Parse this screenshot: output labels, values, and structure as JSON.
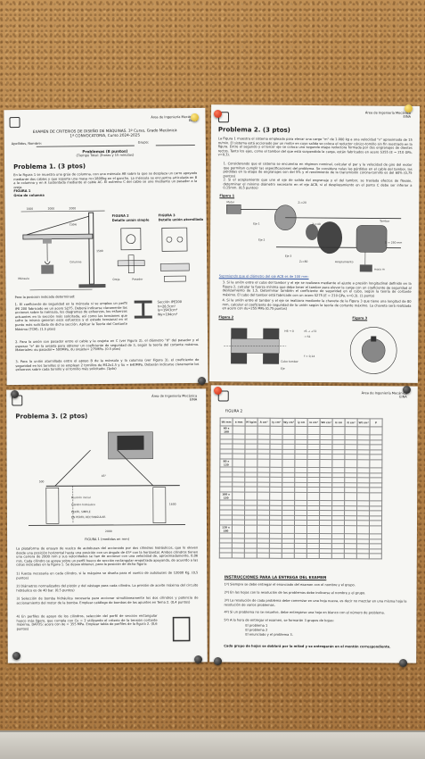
{
  "header": {
    "school_right": "Área de Ingeniería Mecánica",
    "school_sub": "EINA"
  },
  "sheet1": {
    "title_line1": "EXAMEN DE CRITERIOS DE DISEÑO DE MÁQUINAS. 3º Curso, Grado Mecánica",
    "title_line2": "1ª CONVOCATORIA, Curso 2024-2025",
    "field_surname": "Apellidos, Nombre:",
    "field_group": "Grupo:",
    "subtitle": "Problemas (8 puntos)",
    "subtitle2": "(Tiempo Total: 2horas y 15 minutos)",
    "problem_title": "Problema 1. (3 ptos)",
    "intro": "En la Figura 1 se muestra una grúa de columna, con una ménsula AB sobre la que se desplaza un carro apoyado mediante dos cables y que soporta una masa m=1800kg en el gancho. La ménsula se encuentra articulada en B a la columna y en A sustentada mediante el cable AC. El extremo C del cable se une mediante un pasador a la oreja.",
    "fig1": "FIGURA 1",
    "fig1_sub": "Grúa de columna",
    "fig2": "FIGURA 2",
    "fig2_sub": "Detalle unión simple",
    "fig3": "FIGURA 3",
    "fig3_sub": "Detalle unión atornillada",
    "labels": {
      "mensula": "Ménsula",
      "cable": "Cable",
      "oreja": "Oreja",
      "columna": "Columna",
      "pasador": "Pasador",
      "ipe": "Tornillo IPE200"
    },
    "dims": [
      "1600",
      "2000",
      "2000",
      "1500"
    ],
    "props": [
      "Sección IPE200",
      "h=28,5cm²",
      "Iy=1943cm⁴",
      "Wy=194cm³"
    ],
    "note": "Para la posición indicada determinad:",
    "q1": "1. El coeficiente de seguridad en la ménsula si se emplea un perfil IPE 200 fabricado en un acero S275. Deberá indicarse claramente las acciones sobre la ménsula, los diagramas de esfuerzos, los esfuerzos actuantes en la sección más solicitada, así como las tensiones que sufre la misma generan esos esfuerzos y el estado tensional en el punto más solicitado de dicha sección. Aplicar la Teoría del Contante Máximo (TCM). (1.5 ptos)",
    "q2": "2. Para la unión con pasador entre el cable y la orejeta en C (ver Figura 2), el diámetro \"d\" del pasador y el espesor \"e\" de la orejeta para obtener un coeficiente de seguridad de 3, según la teoría del cortante máximo. Materiales: σu pasador= 500MPa, σu orejeta= 275MPa. (0.5 ptos)",
    "q3": "3. Para la unión atornillada entre el apoyo B de la ménsula y la columna (ver Figura 3), el coeficiente de seguridad en los tornillos si se emplean 2 tornillos de M12x1.5 y Su = 640MPa. Deberán indicarse claramente los esfuerzos sobre cada tornillo y el tornillo más solicitado. (1pto)"
  },
  "sheet2": {
    "problem_title": "Problema 2. (3 ptos)",
    "intro": "La Figura 1 muestra el sistema empleado para elevar una carga \"m\" de 1.000 kg a una velocidad \"v\" aproximada de 15 m/min. El sistema está accionado por un motor en cuyo salida se coloca el reductor cónico-tornillo sin fin mostrado en la figura. Entre el segundo y el tercer eje se coloca una segunda etapa reductora formada por dos engranajes de dientes rectos. Tanto los ejes, como el tambor del que está suspendida la carga, están fabricados en acero S355 (E = 210 GPa, ν=0,3).",
    "q1": "1. Considerando que el sistema se encuentra en régimen nominal, calcular el par y la velocidad de giro del motor que permitan cumplir las especificaciones del problema. Se considera nulas las pérdidas en el cable del tambor, las pérdidas en la etapa de engranajes son del 5% y el rendimiento de la transmisión corona-tornillo es del 60% (0,75 puntos)",
    "q2": "2. Si el acoplamiento que une el eje de salida del engranaje y el del tambor, se traslada efectos de flexión, determinar el mínimo diámetro necesario en el eje ACB, si el desplazamiento en el punto C debe ser inferior a 0,15mm. (0,5 puntos)",
    "fig1": "Figura 1",
    "fig2": "Figura 2",
    "fig3": "Figura 3",
    "parts": {
      "motor": "Motor",
      "eje1": "Eje 1",
      "eje2": "Eje 2",
      "eje3": "Eje 3",
      "acoplamiento": "Acoplamiento",
      "tambor": "Tambor",
      "d250": "D = 250 mm",
      "z20": "Z₁=20",
      "z40": "Z₂=40",
      "z80": "Z₃=80",
      "masa": "masa m"
    },
    "supuesto": "Suponiendo que el diámetro del eje ACB es de 100 mm:",
    "q3": "3. Si la unión entre el cubo del tambor y el eje se realizara mediante el ajuste a presión longitudinal definido en la Figura 2, calcular la fuerza mínima que debe tener el tambor para elevar la carga con un coeficiente de seguridad al deslizamiento de 1,5. Determinar también el coeficiente de seguridad en el cubo, según la teoría de cortante máximo. El cubo del tambor está fabricado con un acero S275 (E = 210 GPa, ν=0,3). (1 punto)",
    "q4": "4. Si la unión entre el tambor y el eje se realizara mediante la chaveta de la Figura 3 que tiene una longitud de 80 mm, calcular el coeficiente de seguridad de la unión según la teoría de cortante máximo. La chaveta será realizada en acero con σu=255 MPa (0,75 puntos)",
    "fig2_dims": [
      "H6 → 0",
      "r6 → +73",
      "→ 51",
      "f = 0,14",
      "Cubo tambor",
      "Eje"
    ]
  },
  "sheet3": {
    "problem_title": "Problema 3. (2 ptos)",
    "fig1": "FIGURA 1 (medidas en mm)",
    "labels": [
      "Posición inicial",
      "Cilindro hidráulico",
      "PERFIL SIMPLE",
      "EN PERFIL RECTANGULAR"
    ],
    "dims": [
      "500",
      "2000",
      "1600",
      "45°"
    ],
    "intro": "La plataforma de ensayo de vuelco de autobuses del accionado por dos cilindros hidráulicos, que lo eleven desde una posición horizontal hasta una posición con un ángulo de 45º con la horizontal. Ambos cilindros tienen una carrera de 2000 mm y sus velocidades se han de accionar con una velocidad de, aproximadamente, 0,06 m/s. Cada cilindro se apoya sobre un perfil hueco de sección rectangular empotrado apoyando, de acuerdo a las cotas indicadas en la figura 1. Se desea obtener, para la posición de dicha figura:",
    "q1": "1) Fuerza necesaria en cada cilindro, si la máquina se diseña para el vuelco de autobuses de 12000 Kg. (0,5 puntos)",
    "q2": "2) Diámetros normalizados del pistón y del vástago para cada cilindro. La presión de aceite máxima del circuito hidráulico es de 40 bar. (0,5 puntos)",
    "q3": "3) Selección de bomba hidráulica necesaria para accionar simultáneamente los dos cilindros y potencia de accionamiento del motor de la bomba. Emplear catálogo de bombas de los apuntes en Tema 2. (0,4 puntos)",
    "q4": "4) En perfiles de apoyo de los cilindros, selección del perfil de sección rectangular hueco más ligero, que cumpla con Cu = 2 utilizando el criterio de la tensión cortante máxima. DATOS: acero con σe = 355 MPa. Emplear tabla de perfiles de la figura 2. (0,6 puntos)"
  },
  "sheet4": {
    "fig": "FIGURA 2",
    "table_head": [
      "ttt mm",
      "a mm",
      "M kg/m",
      "A cm²",
      "Iy cm⁴",
      "Wy cm³",
      "iy cm",
      "Iz cm⁴",
      "Wz cm³",
      "iz cm",
      "It cm⁴",
      "Wt cm³",
      "P"
    ],
    "groups": [
      "60 x 100",
      "80 x 120",
      "100 x 150",
      "120 x 180"
    ],
    "instructions_title": "INSTRUCCIONES PARA LA ENTREGA DEL EXAMEN",
    "instructions": [
      "1º) Siempre se debe entregar el enunciado del examen con el nombre y el grupo.",
      "2º) En las hojas con la resolución de los problemas debe indicarse el nombre y el grupo.",
      "3º) La resolución de cada problema debe comenzar en una hoja nueva, es decir no mezclar en una misma hoja la resolución de varios problemas.",
      "4º) Si un problema no se resuelve, debe entregarse una hoja en blanco con el número de problema.",
      "5º) A la hora de entregar el examen, se formarán 3 grupos de hojas:",
      "El problema 1",
      "El problema 2",
      "El enunciado y el problema 3."
    ],
    "closing": "Cada grupo de hojas se doblará por la mitad y se entregarán en el montón correspondiente."
  },
  "colors": {
    "cork": "#b98a52",
    "paper": "#f6f6f3",
    "frame": "#cfcbc3",
    "pin_red": "#d2311b",
    "pin_yellow": "#e6c23a",
    "pin_dark": "#222222"
  }
}
